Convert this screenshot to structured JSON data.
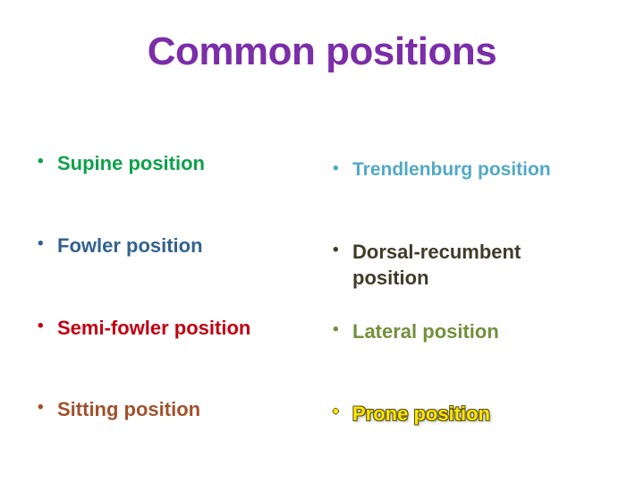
{
  "slide": {
    "title": "Common positions",
    "title_color": "#7B2EA8",
    "background_color": "#ffffff",
    "bullet_glyph": "•"
  },
  "columns": {
    "left": {
      "items": [
        {
          "label": "Supine position",
          "color": "#0FA04C"
        },
        {
          "label": "Fowler position",
          "color": "#33628F"
        },
        {
          "label": "Semi-fowler position",
          "color": "#C00012"
        },
        {
          "label": "Sitting position",
          "color": "#A0522D"
        }
      ]
    },
    "right": {
      "items": [
        {
          "label": "Trendlenburg position",
          "color": "#52A9C4"
        },
        {
          "label": "Dorsal-recumbent position",
          "color": "#3F3C28"
        },
        {
          "label": "Lateral position",
          "color": "#72903C"
        },
        {
          "label": "Prone position",
          "color": "#FFE500",
          "outline_color": "#5C5420"
        }
      ]
    }
  }
}
